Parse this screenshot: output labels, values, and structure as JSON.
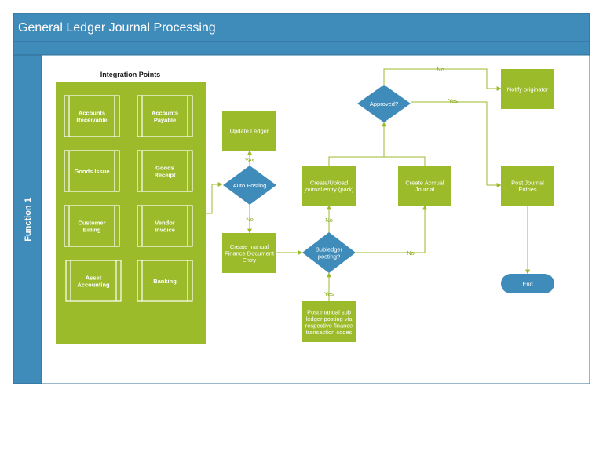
{
  "title": "General Ledger Journal Processing",
  "lane_label": "Function 1",
  "colors": {
    "header": "#3f8bba",
    "header_border": "#2f6f96",
    "green": "#9bbb2b",
    "green_dark": "#87a524",
    "blue": "#3f8bba",
    "edge": "#9bbb2b"
  },
  "integration": {
    "title": "Integration Points",
    "items": [
      {
        "label": "Accounts\nReceivable"
      },
      {
        "label": "Accounts\nPayable"
      },
      {
        "label": "Goods Issue"
      },
      {
        "label": "Goods\nReceipt"
      },
      {
        "label": "Customer\nBilling"
      },
      {
        "label": "Vendor\nInvoice"
      },
      {
        "label": "Asset\nAccounting"
      },
      {
        "label": "Banking"
      }
    ]
  },
  "nodes": [
    {
      "id": "update_ledger",
      "type": "process",
      "label": "Update Ledger"
    },
    {
      "id": "auto_posting",
      "type": "decision",
      "label": "Auto Posting"
    },
    {
      "id": "manual_entry",
      "type": "process",
      "label": "Create manual\nFinance Document\nEntry"
    },
    {
      "id": "subledger",
      "type": "decision",
      "label": "Subledger\nposting?"
    },
    {
      "id": "manual_sub",
      "type": "process",
      "label": "Post manual sub\nledger posting via\nrespective finance\ntransaction codes"
    },
    {
      "id": "create_upload",
      "type": "process",
      "label": "Create/Upload\njournal entry (park)"
    },
    {
      "id": "accrual",
      "type": "process",
      "label": "Create Accrual\nJournal"
    },
    {
      "id": "approved",
      "type": "decision",
      "label": "Approved?"
    },
    {
      "id": "notify",
      "type": "process",
      "label": "Notify originator"
    },
    {
      "id": "post_journal",
      "type": "process",
      "label": "Post Journal\nEntries"
    },
    {
      "id": "end",
      "type": "terminator",
      "label": "End"
    }
  ],
  "edges": [
    {
      "from": "integration",
      "to": "auto_posting",
      "label": ""
    },
    {
      "from": "auto_posting",
      "to": "update_ledger",
      "label": "Yes"
    },
    {
      "from": "auto_posting",
      "to": "manual_entry",
      "label": "No"
    },
    {
      "from": "manual_entry",
      "to": "subledger",
      "label": ""
    },
    {
      "from": "manual_sub",
      "to": "subledger",
      "label": "Yes"
    },
    {
      "from": "subledger",
      "to": "create_upload",
      "label": "No"
    },
    {
      "from": "subledger",
      "to": "accrual",
      "label": "No"
    },
    {
      "from": "create_upload",
      "to": "approved",
      "label": ""
    },
    {
      "from": "accrual",
      "to": "approved",
      "label": ""
    },
    {
      "from": "approved",
      "to": "notify",
      "label": "No"
    },
    {
      "from": "approved",
      "to": "post_journal",
      "label": "Yes"
    },
    {
      "from": "post_journal",
      "to": "end",
      "label": ""
    }
  ]
}
